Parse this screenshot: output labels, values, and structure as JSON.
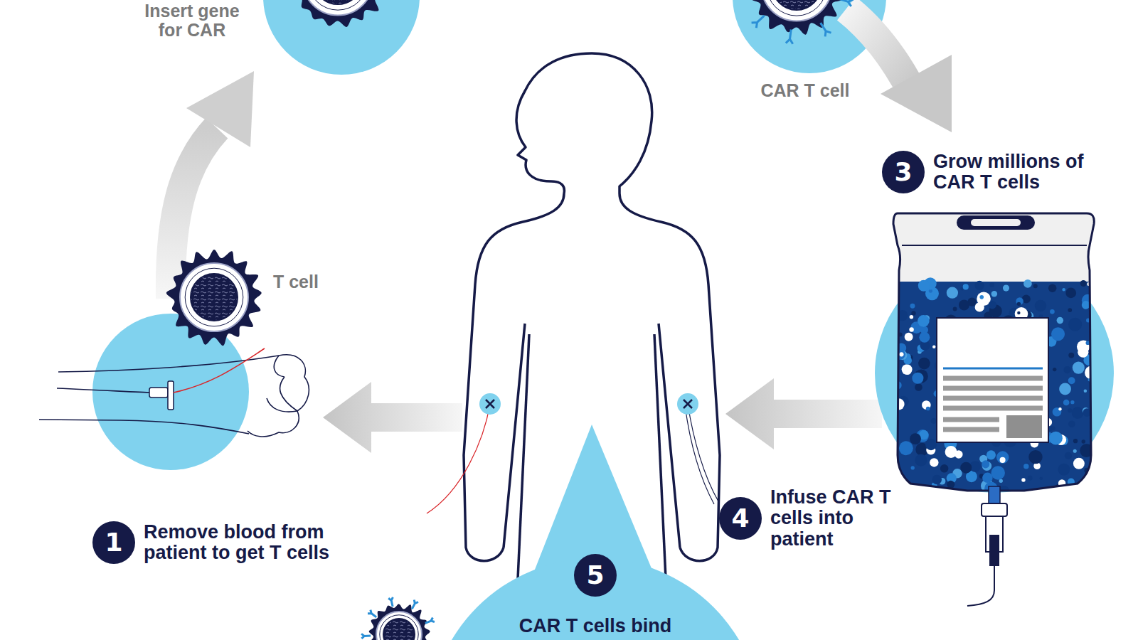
{
  "diagram": {
    "nodes": [
      {
        "text": [
          "1",
          "Remove blood from patient to get T cells"
        ]
      },
      {
        "text": [
          "3",
          "Grow millions of CAR T cells"
        ]
      },
      {
        "text": [
          "4",
          "Infuse CAR T cells into patient"
        ]
      },
      {
        "text": [
          "CAR T cells bind"
        ]
      },
      {
        "text": [
          "5"
        ],
        "in": 3
      }
    ],
    "labels": [
      "Insert gene for CAR",
      "CAR T cell",
      "T cell"
    ]
  }
}
